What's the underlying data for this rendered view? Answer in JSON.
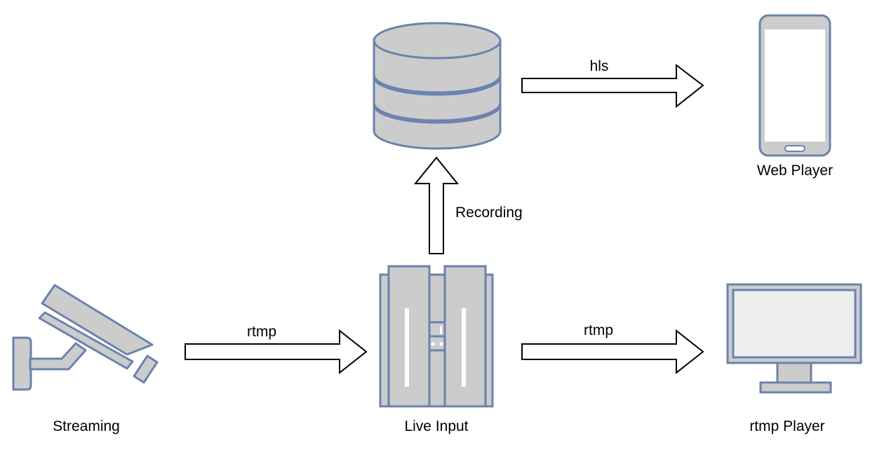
{
  "colors": {
    "shape_fill": "#cccccc",
    "shape_stroke": "#6b82ad",
    "screen_fill": "#eeeeee",
    "arrow_fill": "#ffffff",
    "arrow_stroke": "#000000",
    "text": "#000000"
  },
  "nodes": {
    "streaming": {
      "label": "Streaming",
      "icon": "security-camera-icon"
    },
    "live_input": {
      "label": "Live Input",
      "icon": "server-rack-icon"
    },
    "recording_store": {
      "label": "",
      "icon": "database-icon"
    },
    "web_player": {
      "label": "Web Player",
      "icon": "smartphone-icon"
    },
    "rtmp_player": {
      "label": "rtmp Player",
      "icon": "monitor-icon"
    }
  },
  "edges": {
    "streaming_to_live": {
      "label": "rtmp",
      "from": "Streaming",
      "to": "Live Input"
    },
    "live_to_recording": {
      "label": "Recording",
      "from": "Live Input",
      "to": "database"
    },
    "recording_to_web": {
      "label": "hls",
      "from": "database",
      "to": "Web Player"
    },
    "live_to_rtmp_player": {
      "label": "rtmp",
      "from": "Live Input",
      "to": "rtmp Player"
    }
  }
}
